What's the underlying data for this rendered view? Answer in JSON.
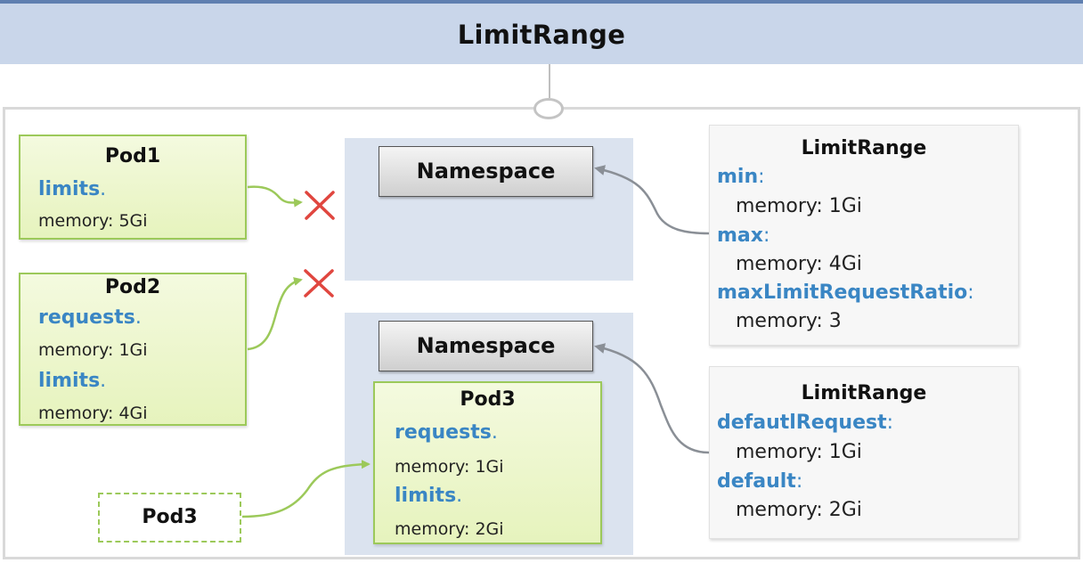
{
  "header": {
    "title": "LimitRange"
  },
  "namespaces": [
    {
      "label": "Namespace"
    },
    {
      "label": "Namespace"
    }
  ],
  "pods": {
    "pod1": {
      "title": "Pod1",
      "limits_key": "limits",
      "limits_value": "memory: 5Gi"
    },
    "pod2": {
      "title": "Pod2",
      "requests_key": "requests",
      "requests_value": "memory: 1Gi",
      "limits_key": "limits",
      "limits_value": "memory: 4Gi"
    },
    "pod3_in_ns": {
      "title": "Pod3",
      "requests_key": "requests",
      "requests_value": "memory: 1Gi",
      "limits_key": "limits",
      "limits_value": "memory: 2Gi"
    },
    "pod3_incoming": {
      "title": "Pod3"
    }
  },
  "limit_ranges": [
    {
      "title": "LimitRange",
      "min_key": "min",
      "min_value": "memory: 1Gi",
      "max_key": "max",
      "max_value": "memory: 4Gi",
      "ratio_key": "maxLimitRequestRatio",
      "ratio_value": "memory: 3"
    },
    {
      "title": "LimitRange",
      "default_request_key": "defautlRequest",
      "default_request_value": "memory: 1Gi",
      "default_key": "default",
      "default_value": "memory: 2Gi"
    }
  ],
  "colors": {
    "header_bg": "#c9d6ea",
    "keyword_blue": "#3a86c4",
    "pod_green_border": "#9cc95a",
    "reject_red": "#e0463f",
    "arrow_gray": "#8a8f96"
  },
  "icons": {
    "reject": "x-cross-icon"
  }
}
